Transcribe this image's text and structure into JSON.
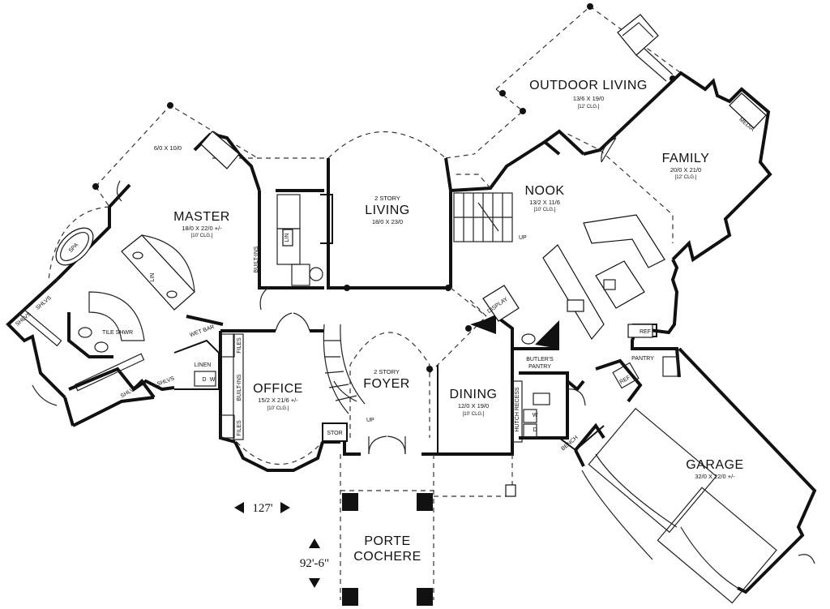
{
  "rooms": {
    "outdoor_living": {
      "name": "OUTDOOR LIVING",
      "dim": "13/6 X 19/0",
      "clg": "[12' CLG.]"
    },
    "family": {
      "name": "FAMILY",
      "dim": "20/0 X 21/0",
      "clg": "[12' CLG.]"
    },
    "nook": {
      "name": "NOOK",
      "dim": "13/2 X 11/6",
      "clg": "[10' CLG.]"
    },
    "living": {
      "story": "2 STORY",
      "name": "LIVING",
      "dim": "18/0 X 23/0"
    },
    "master": {
      "name": "MASTER",
      "dim": "18/0 X 22/0 +/-",
      "clg": "[10' CLG.]"
    },
    "master_deck": {
      "dim": "6/0 X 10/0"
    },
    "office": {
      "name": "OFFICE",
      "dim": "15/2 X 21/6 +/-",
      "clg": "[10' CLG.]"
    },
    "foyer": {
      "story": "2 STORY",
      "name": "FOYER"
    },
    "dining": {
      "name": "DINING",
      "dim": "12/0 X 19/0",
      "clg": "[10' CLG.]"
    },
    "garage": {
      "name": "GARAGE",
      "dim": "32/0 X 22/0 +/-"
    },
    "porte_cochere": {
      "name_line1": "PORTE",
      "name_line2": "COCHERE"
    }
  },
  "labels": {
    "media": "MEDIA",
    "spa": "SPA",
    "built_ins_living": "BUILT-INS",
    "built_ins_office": "BUILT-INS",
    "lin": "LIN",
    "lin2": "LIN",
    "tile_shwr": "TILE SHWR",
    "wet_bar": "WET BAR",
    "linen": "LINEN",
    "shlvs_a": "SHLVS",
    "shlvs_b": "SHLVS",
    "shlvs_c": "SHLVS",
    "shlvs_d": "SHLVS",
    "files_top": "FILES",
    "files_bottom": "FILES",
    "stor": "STOR",
    "up_stairs": "UP",
    "up_foyer": "UP",
    "display": "DISPLAY",
    "butlers_pantry_1": "BUTLER'S",
    "butlers_pantry_2": "PANTRY",
    "hutch_recess": "HUTCH RECESS",
    "pantry": "PANTRY",
    "ref": "REF",
    "ref2": "REF",
    "bench": "BENCH",
    "d": "D",
    "w": "W",
    "d2": "D",
    "w2": "W"
  },
  "dimensions": {
    "width": "127'",
    "depth": "92'-6\""
  }
}
